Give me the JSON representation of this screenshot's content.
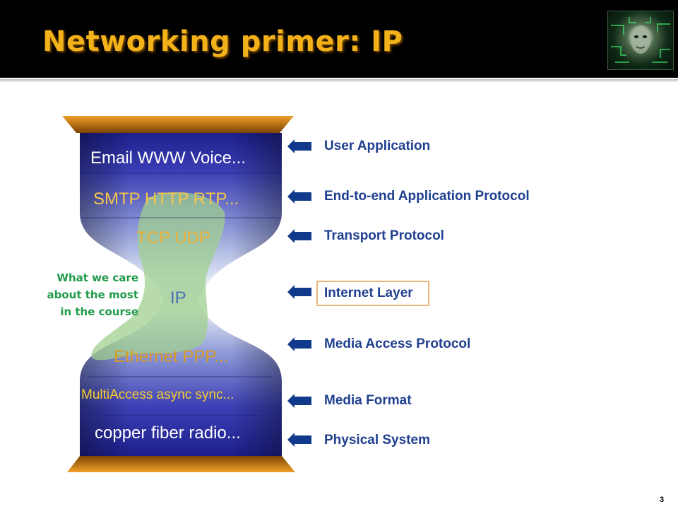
{
  "slide": {
    "title": "Networking primer: IP",
    "page_number": "3"
  },
  "hourglass_layers": [
    {
      "text": "Email  WWW  Voice...",
      "color": "#ffffff"
    },
    {
      "text": "SMTP  HTTP  RTP...",
      "color": "#f6c64a"
    },
    {
      "text": "TCP  UDP",
      "color": "#e9b03a"
    },
    {
      "text": "IP",
      "color": "#4b6fb7"
    },
    {
      "text": "Ethernet   PPP...",
      "color": "#d89a22"
    },
    {
      "text": "MultiAccess  async  sync...",
      "color": "#f7cc2e"
    },
    {
      "text": "copper  fiber  radio...",
      "color": "#ffffff"
    }
  ],
  "layer_descriptions": [
    "User Application",
    "End-to-end Application Protocol",
    "Transport Protocol",
    "Internet Layer",
    "Media Access Protocol",
    "Media Format",
    "Physical System"
  ],
  "note": {
    "lines": [
      "What we care",
      "about the most",
      "in the course"
    ]
  },
  "colors": {
    "title": "#f4b21a",
    "label": "#1f3f8f",
    "note": "#1f9a4a",
    "highlight_border": "#e8b878",
    "arrow": "#123a8c"
  },
  "icons": {
    "logo": "cyber-face-logo",
    "arrow": "arrow-left-icon"
  }
}
